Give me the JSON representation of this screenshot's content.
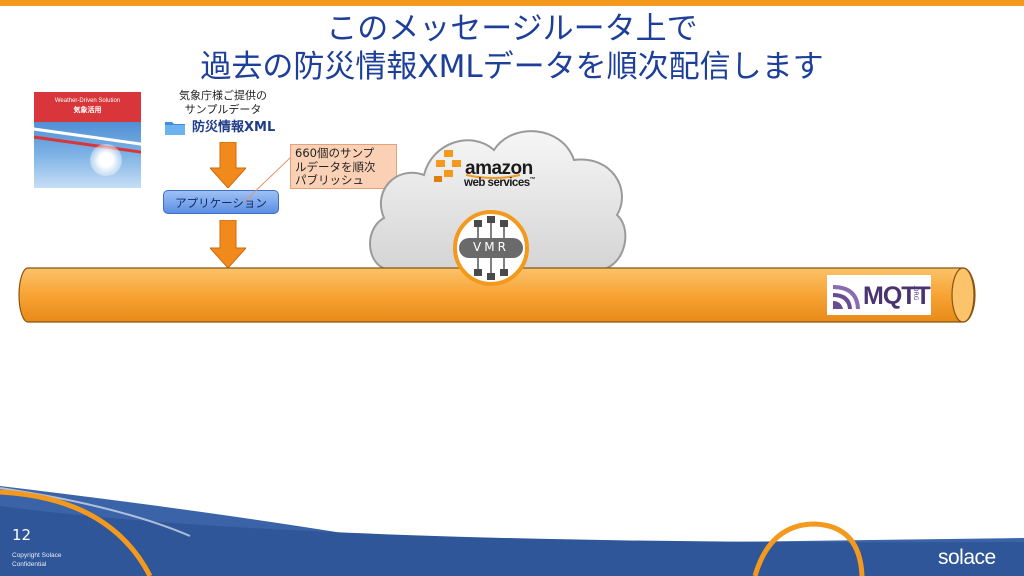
{
  "title": {
    "line1": "このメッセージルータ上で",
    "line2": "過去の防災情報XMLデータを順次配信します"
  },
  "thumbnail": {
    "subtitle": "Weather-Driven Solution",
    "title": "気象活用"
  },
  "source": {
    "caption_line1": "気象庁様ご提供の",
    "caption_line2": "サンプルデータ",
    "folder_label": "防災情報XML",
    "folder_icon": "folder-icon"
  },
  "application": {
    "label": "アプリケーション"
  },
  "callout": {
    "line1": "660個のサンプ",
    "line2": "ルデータを順次",
    "line3": "パブリッシュ"
  },
  "cloud": {
    "brand": "amazon",
    "brand_sub": "web services",
    "trademark": "™"
  },
  "router": {
    "label": "VMR"
  },
  "mqtt": {
    "logo": "MQTT",
    "org": ".ORG"
  },
  "footer": {
    "page_number": "12",
    "copyright_line1": "Copyright Solace",
    "copyright_line2": "Confidential",
    "brand": "solace"
  },
  "colors": {
    "accent_orange": "#f39a1e",
    "title_blue": "#1d3f9a",
    "footer_blue": "#3a63a8",
    "callout_fill": "#fbd1b5"
  }
}
